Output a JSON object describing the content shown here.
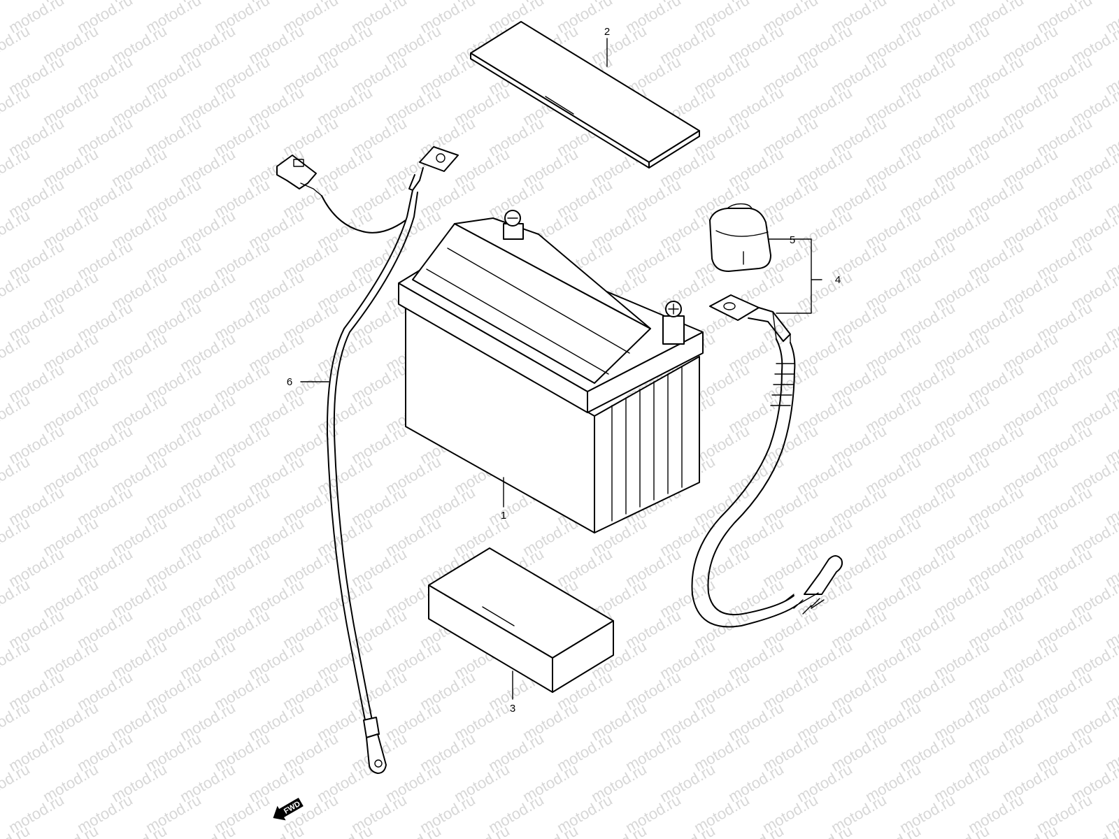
{
  "watermark": {
    "text": "motod.ru",
    "color": "#d7d7d7"
  },
  "callouts": [
    {
      "id": "1",
      "label": "1"
    },
    {
      "id": "2",
      "label": "2"
    },
    {
      "id": "3",
      "label": "3"
    },
    {
      "id": "4",
      "label": "4"
    },
    {
      "id": "5",
      "label": "5"
    },
    {
      "id": "6",
      "label": "6"
    }
  ],
  "fwd_marker": {
    "label": "FWD"
  },
  "parts": [
    {
      "ref": "1",
      "name": "battery"
    },
    {
      "ref": "2",
      "name": "battery-top-pad"
    },
    {
      "ref": "3",
      "name": "battery-bottom-pad"
    },
    {
      "ref": "4",
      "name": "positive-cable-assembly"
    },
    {
      "ref": "5",
      "name": "terminal-cover"
    },
    {
      "ref": "6",
      "name": "negative-lead-wire"
    }
  ]
}
